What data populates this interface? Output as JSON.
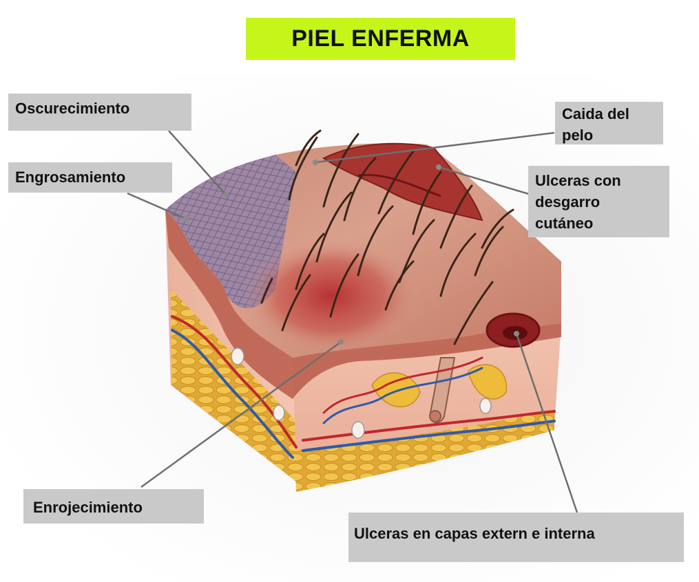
{
  "title": "PIEL ENFERMA",
  "labels": {
    "oscurecimiento": "Oscurecimiento",
    "engrosamiento": "Engrosamiento",
    "caida_pelo": "Caida del\npelo",
    "ulceras_desgarro": "Ulceras con\ndesgarro\ncutáneo",
    "enrojecimiento": "Enrojecimiento",
    "ulceras_capas": "Ulceras en capas extern e interna"
  },
  "colors": {
    "title_background": "#c6f51a",
    "label_background": "#c9c9c9",
    "leader_line": "#6e6e6e"
  }
}
